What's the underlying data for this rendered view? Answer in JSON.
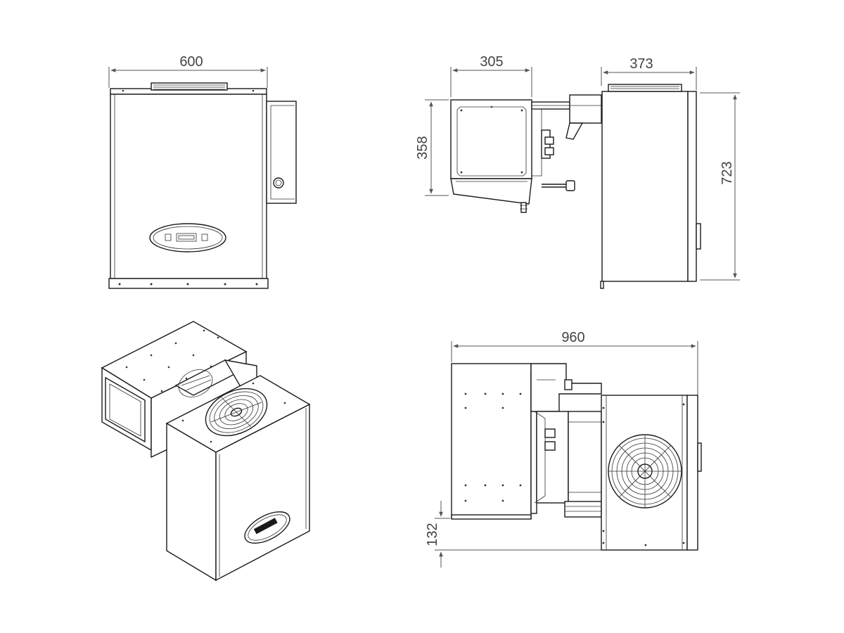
{
  "dimensions": {
    "front_width": "600",
    "side_evaporator_depth": "305",
    "side_condenser_depth": "373",
    "side_evaporator_height": "358",
    "side_total_height": "723",
    "top_total_width": "960",
    "top_offset": "132"
  },
  "colors": {
    "line": "#1a1a1a",
    "dimension": "#555555",
    "background": "#ffffff"
  }
}
